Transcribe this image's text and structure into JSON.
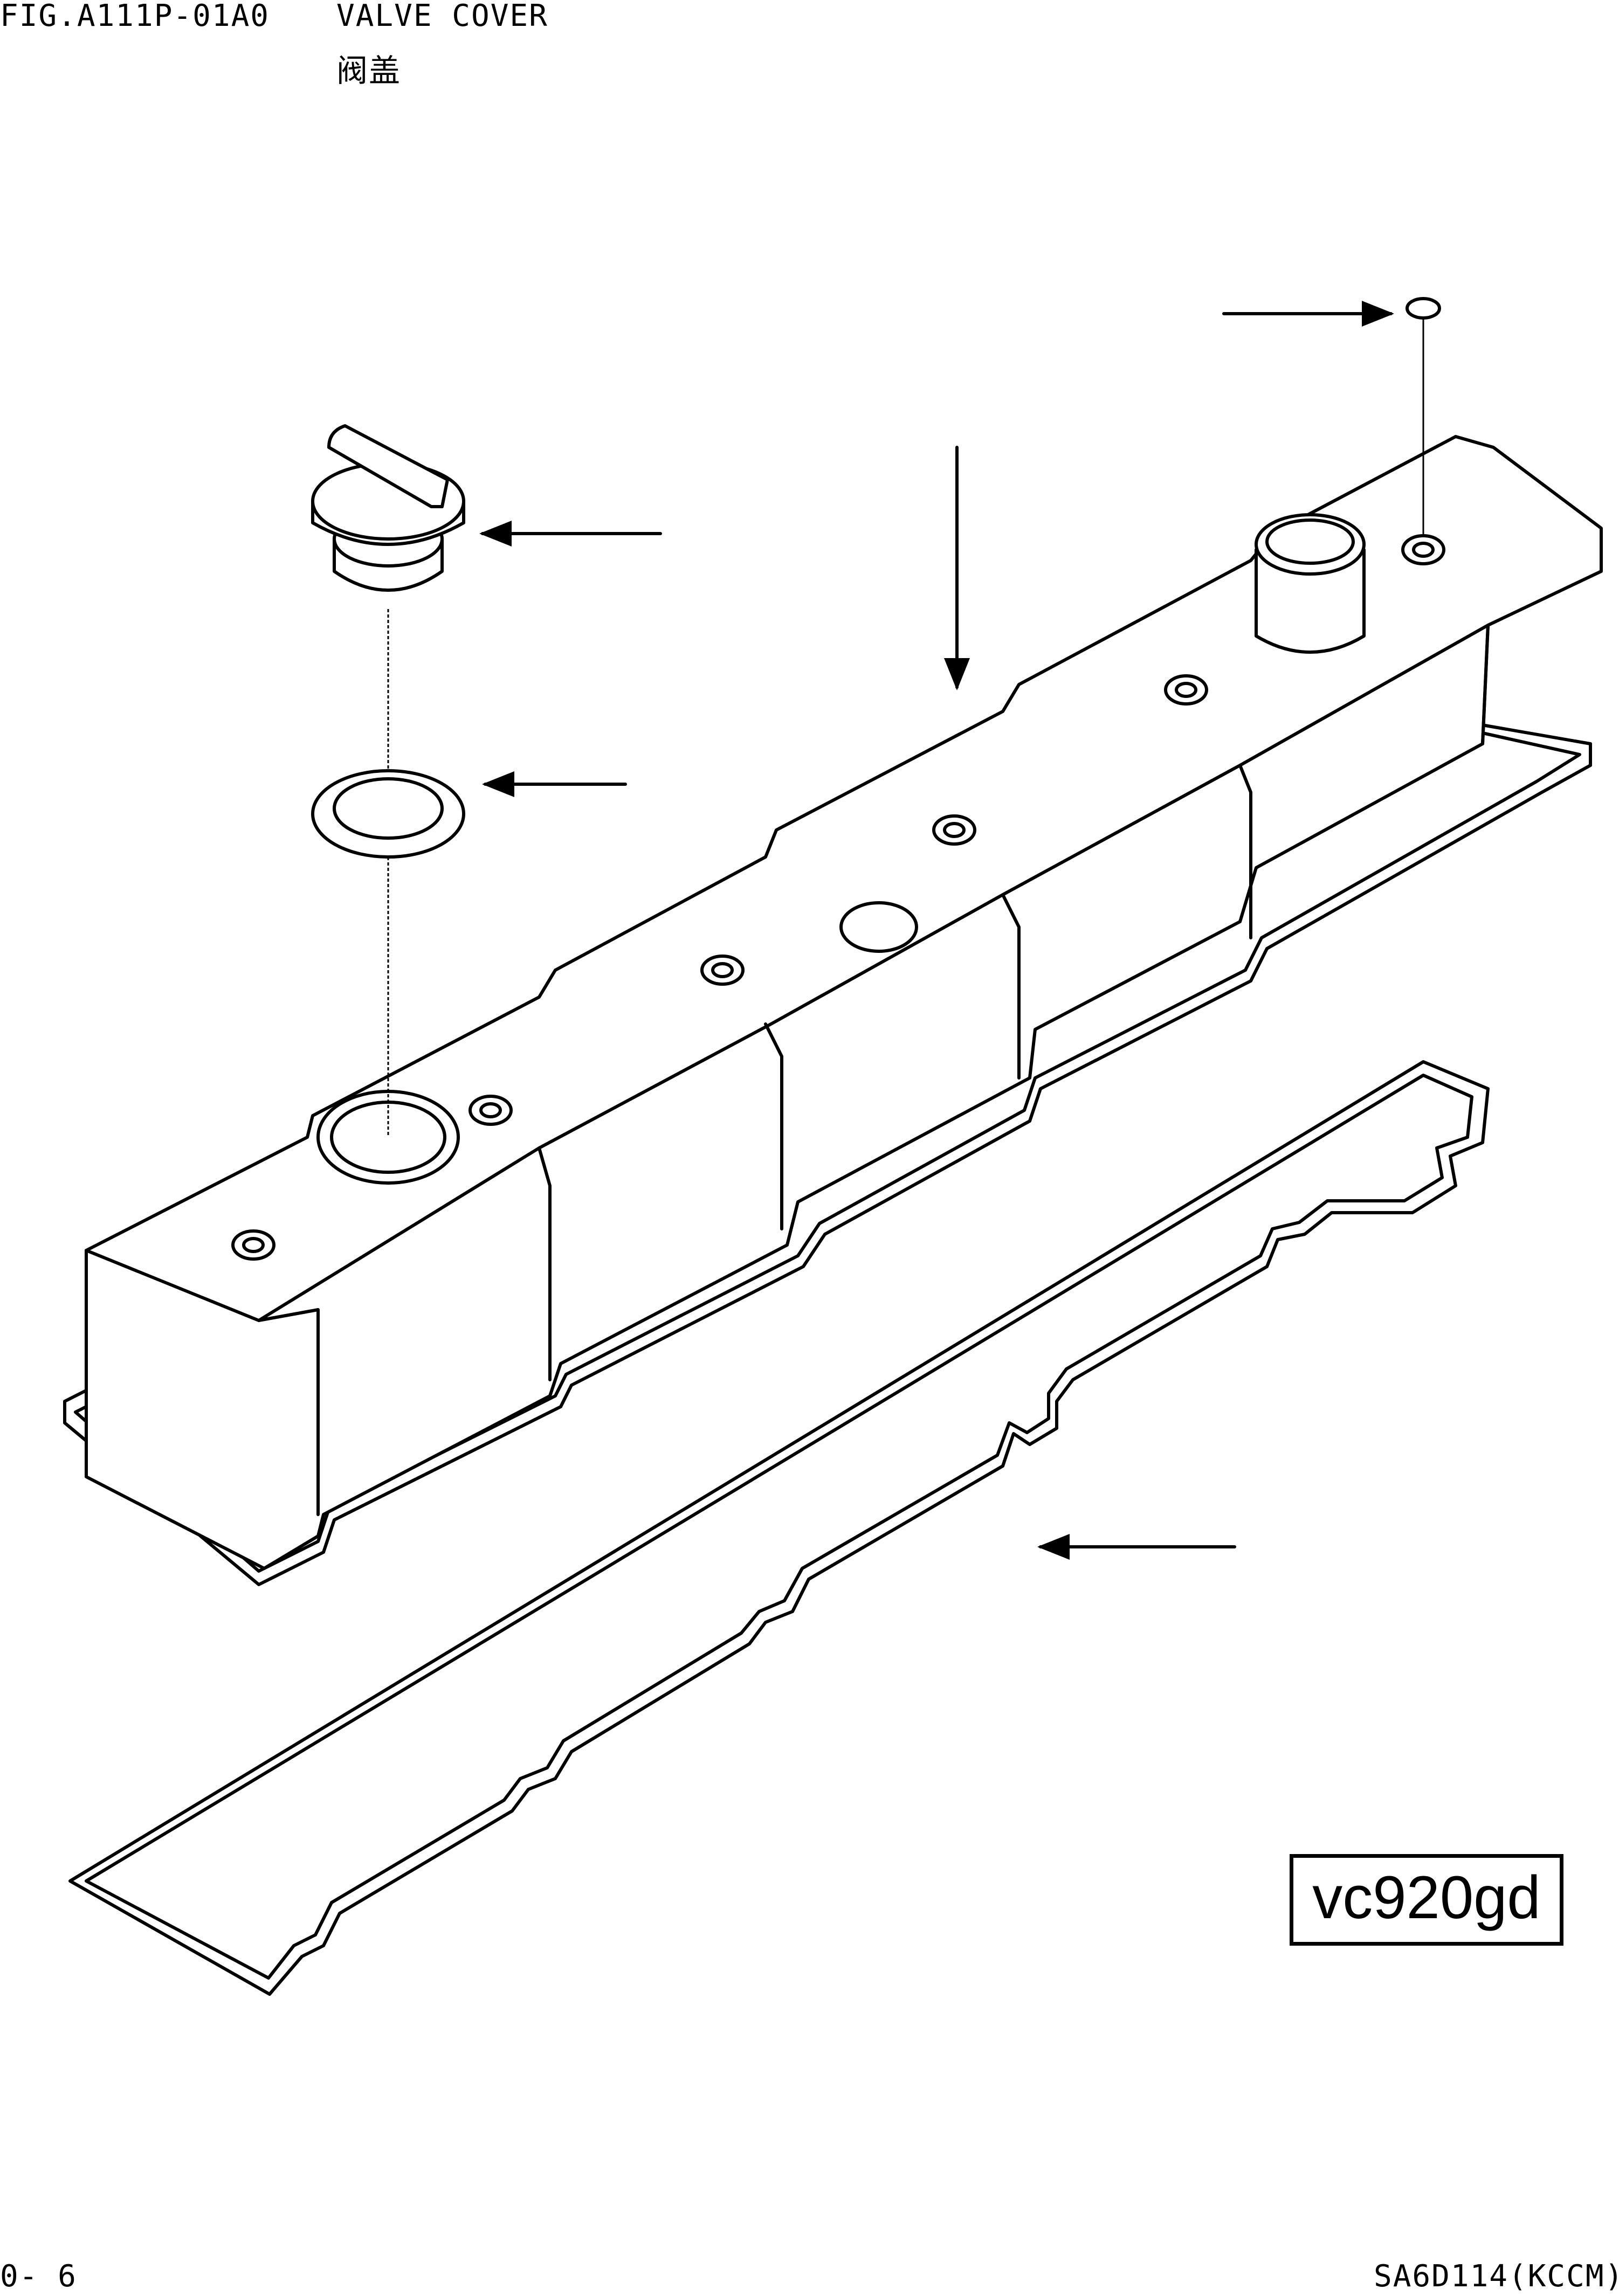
{
  "header": {
    "figure_code": "FIG.A111P-01A0",
    "title": "VALVE COVER",
    "title_zh": "阀盖"
  },
  "drawing_id": "vc920gd",
  "footer": {
    "page_number": "0- 6",
    "model_code": "SA6D114(KCCM)"
  },
  "parts": [
    {
      "name": "oil-filler-cap-icon"
    },
    {
      "name": "o-ring-icon"
    },
    {
      "name": "valve-cover-icon"
    },
    {
      "name": "small-seal-icon"
    },
    {
      "name": "gasket-icon"
    }
  ]
}
